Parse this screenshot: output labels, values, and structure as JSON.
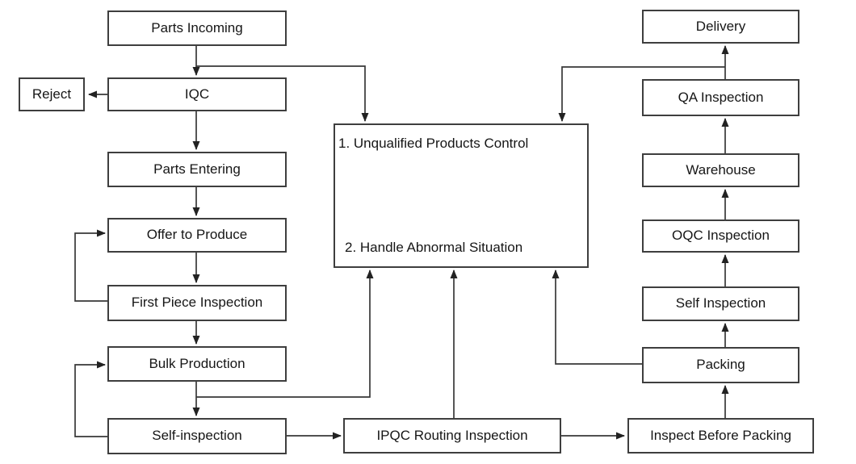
{
  "diagram": {
    "title": "Quality control process flowchart",
    "colors": {
      "background": "#ffffff",
      "box_fill": "#ffffff",
      "box_border": "#3e3e3e",
      "line": "#383838",
      "text": "#161616"
    }
  },
  "nodes": {
    "parts_incoming": {
      "label": "Parts Incoming"
    },
    "reject": {
      "label": "Reject"
    },
    "iqc": {
      "label": "IQC"
    },
    "parts_entering": {
      "label": "Parts Entering"
    },
    "offer_to_produce": {
      "label": "Offer to Produce"
    },
    "first_piece_inspection": {
      "label": "First Piece Inspection"
    },
    "bulk_production": {
      "label": "Bulk Production"
    },
    "self_inspection_line": {
      "label": "Self-inspection"
    },
    "control_center": {
      "item1": "1. Unqualified Products Control",
      "item2": "2. Handle Abnormal Situation"
    },
    "ipqc_routing_inspection": {
      "label": "IPQC Routing Inspection"
    },
    "inspect_before_packing": {
      "label": "Inspect Before Packing"
    },
    "packing": {
      "label": "Packing"
    },
    "self_inspection_final": {
      "label": "Self Inspection"
    },
    "oqc_inspection": {
      "label": "OQC Inspection"
    },
    "warehouse": {
      "label": "Warehouse"
    },
    "qa_inspection": {
      "label": "QA Inspection"
    },
    "delivery": {
      "label": "Delivery"
    }
  },
  "edges": [
    {
      "from": "Parts Incoming",
      "to": "IQC"
    },
    {
      "from": "Parts Incoming",
      "to": "Unqualified Products Control / Handle Abnormal Situation"
    },
    {
      "from": "IQC",
      "to": "Reject"
    },
    {
      "from": "IQC",
      "to": "Parts Entering"
    },
    {
      "from": "Parts Entering",
      "to": "Offer to Produce"
    },
    {
      "from": "Offer to Produce",
      "to": "First Piece Inspection"
    },
    {
      "from": "First Piece Inspection",
      "to": "Offer to Produce"
    },
    {
      "from": "First Piece Inspection",
      "to": "Bulk Production"
    },
    {
      "from": "Bulk Production",
      "to": "Self-inspection"
    },
    {
      "from": "Bulk Production",
      "to": "Unqualified Products Control / Handle Abnormal Situation"
    },
    {
      "from": "Self-inspection",
      "to": "Bulk Production"
    },
    {
      "from": "Self-inspection",
      "to": "IPQC Routing Inspection"
    },
    {
      "from": "IPQC Routing Inspection",
      "to": "Unqualified Products Control / Handle Abnormal Situation"
    },
    {
      "from": "IPQC Routing Inspection",
      "to": "Inspect Before Packing"
    },
    {
      "from": "Inspect Before Packing",
      "to": "Packing"
    },
    {
      "from": "Packing",
      "to": "Unqualified Products Control / Handle Abnormal Situation"
    },
    {
      "from": "Packing",
      "to": "Self Inspection"
    },
    {
      "from": "Self Inspection",
      "to": "OQC Inspection"
    },
    {
      "from": "OQC Inspection",
      "to": "Warehouse"
    },
    {
      "from": "Warehouse",
      "to": "QA Inspection"
    },
    {
      "from": "QA Inspection",
      "to": "Delivery"
    },
    {
      "from": "QA Inspection",
      "to": "Unqualified Products Control / Handle Abnormal Situation"
    }
  ]
}
